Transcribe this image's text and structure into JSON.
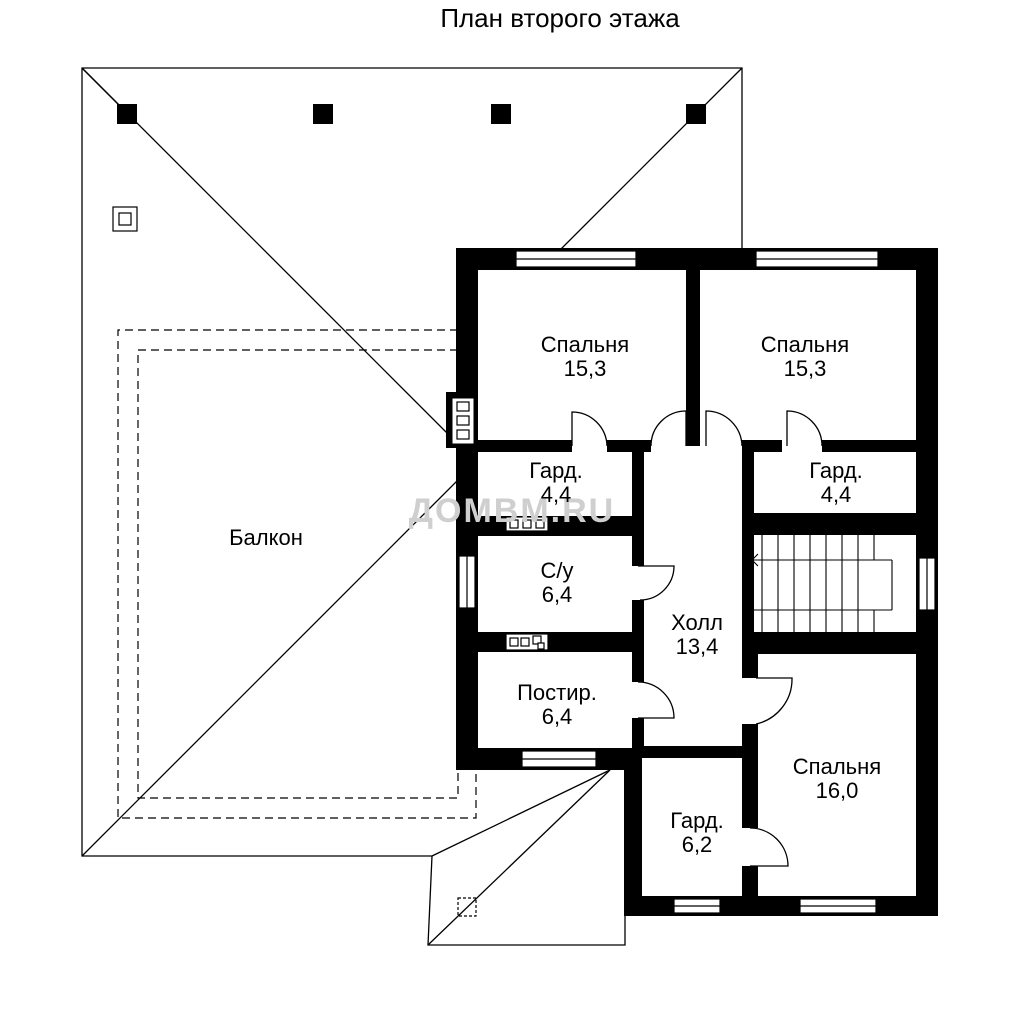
{
  "title": "План второго этажа",
  "watermark": "ДОМВМ.RU",
  "balcony": {
    "name": "Балкон"
  },
  "rooms": [
    {
      "name": "Спальня",
      "area": "15,3"
    },
    {
      "name": "Спальня",
      "area": "15,3"
    },
    {
      "name": "Гард.",
      "area": "4,4"
    },
    {
      "name": "Гард.",
      "area": "4,4"
    },
    {
      "name": "С/у",
      "area": "6,4"
    },
    {
      "name": "Холл",
      "area": "13,4"
    },
    {
      "name": "Постир.",
      "area": "6,4"
    },
    {
      "name": "Спальня",
      "area": "16,0"
    },
    {
      "name": "Гард.",
      "area": "6,2"
    }
  ]
}
